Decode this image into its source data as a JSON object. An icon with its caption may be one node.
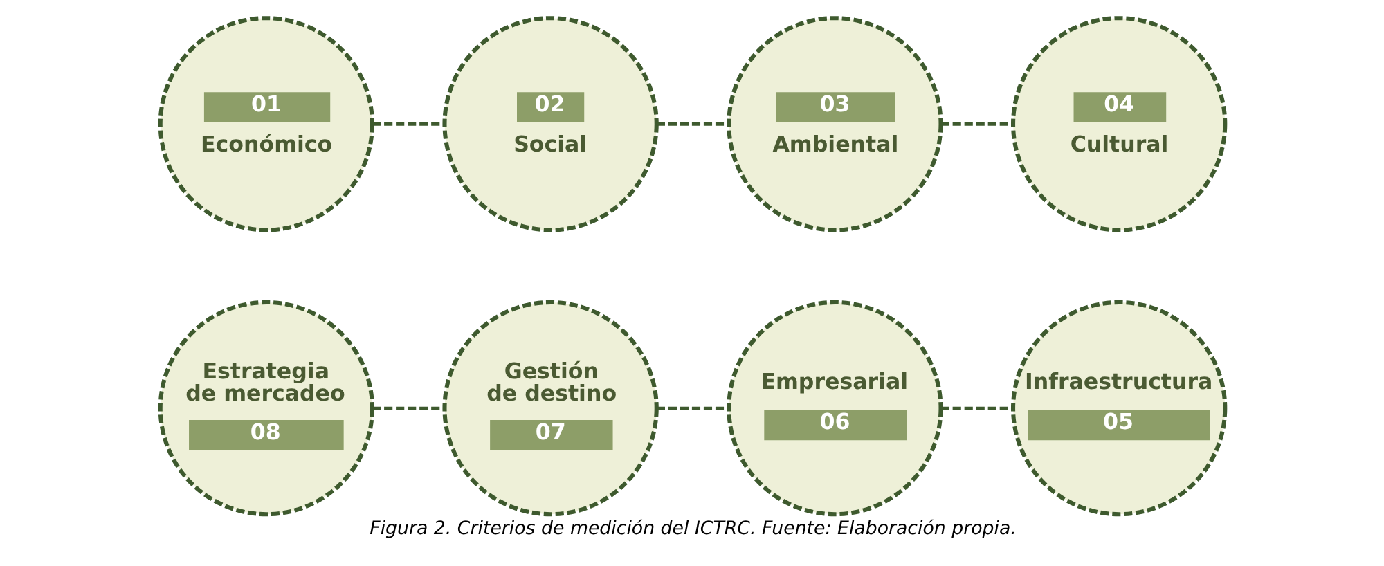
{
  "diagram": {
    "caption": "Figura 2. Criterios de medición del ICTRC. Fuente: Elaboración propia.",
    "nodes": [
      {
        "text": [
          "01",
          "Económico"
        ]
      },
      {
        "text": [
          "02",
          "Social"
        ]
      },
      {
        "text": [
          "03",
          "Ambiental"
        ]
      },
      {
        "text": [
          "04",
          "Cultural"
        ]
      },
      {
        "text": [
          "Estrategia de mercadeo",
          "08"
        ]
      },
      {
        "text": [
          "Gestión de destino",
          "07"
        ]
      },
      {
        "text": [
          "Empresarial",
          "06"
        ]
      },
      {
        "text": [
          "Infraestructura",
          "05"
        ]
      }
    ],
    "edges": [
      {
        "from": 0,
        "to": 1,
        "arrow": "none",
        "style": "dashed"
      },
      {
        "from": 1,
        "to": 2,
        "arrow": "none",
        "style": "dashed"
      },
      {
        "from": 2,
        "to": 3,
        "arrow": "none",
        "style": "dashed"
      },
      {
        "from": 4,
        "to": 5,
        "arrow": "none",
        "style": "dashed"
      },
      {
        "from": 5,
        "to": 6,
        "arrow": "none",
        "style": "dashed"
      },
      {
        "from": 6,
        "to": 7,
        "arrow": "none",
        "style": "dashed"
      }
    ]
  }
}
